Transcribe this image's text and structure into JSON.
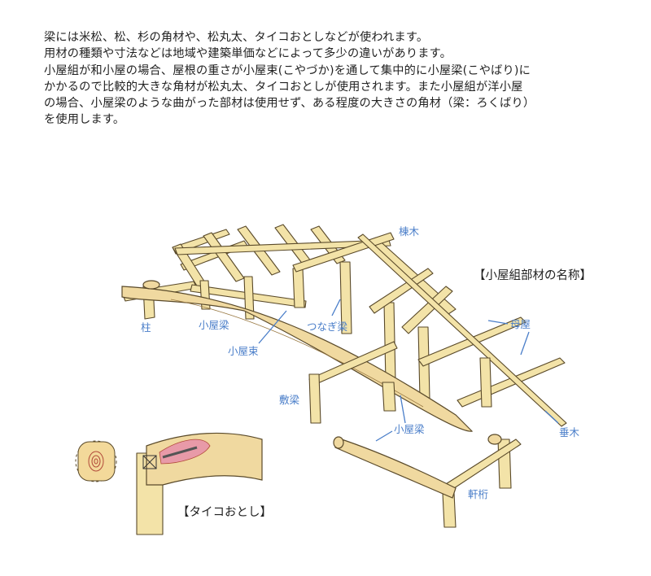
{
  "description": [
    "梁には米松、松、杉の角材や、松丸太、タイコおとしなどが使われます。",
    "用材の種類や寸法などは地域や建築単価などによって多少の違いがあります。",
    "小屋組が和小屋の場合、屋根の重さが小屋束(こやづか)を通して集中的に小屋梁(こやばり)に",
    "かかるので比較的大きな角材が松丸太、タイコおとしが使用されます。また小屋組が洋小屋",
    "の場合、小屋梁のような曲がった部材は使用せず、ある程度の大きさの角材（梁：ろくばり）",
    "を使用します。"
  ],
  "diagram": {
    "title": "【小屋組部材の名称】",
    "labels": {
      "munagi": "棟木",
      "moya": "母屋",
      "taruki": "垂木",
      "hashira": "柱",
      "koyabari_1": "小屋梁",
      "koyazuka": "小屋束",
      "tsunagibari": "つなぎ梁",
      "shikibari": "敷梁",
      "koyabari_2": "小屋梁",
      "nokigeta": "軒桁"
    },
    "inset_title": "【タイコおとし】"
  },
  "colors": {
    "wood": "#f3e3a8",
    "outline": "#5a4a2a",
    "label": "#4a7ec9"
  }
}
